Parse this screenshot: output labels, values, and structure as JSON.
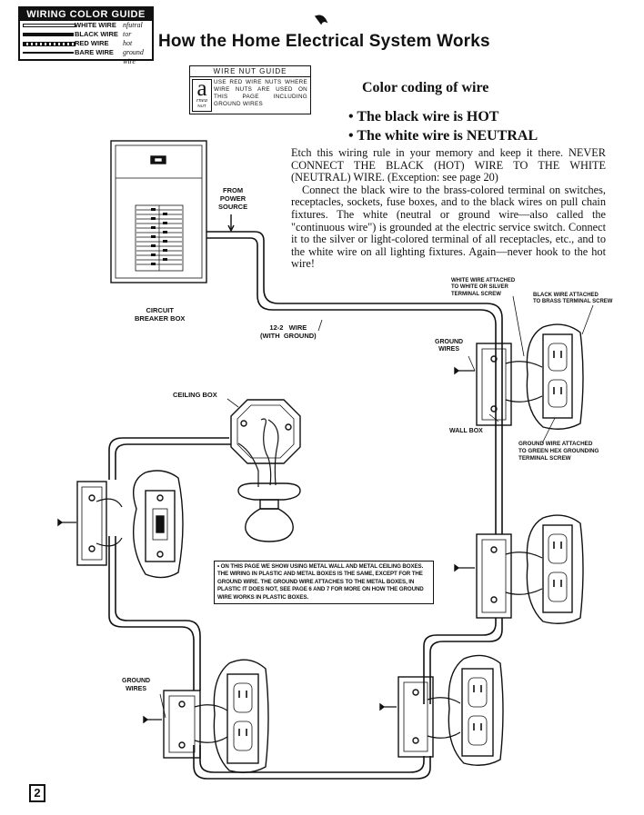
{
  "guide": {
    "title": "WIRING COLOR GUIDE",
    "rows": [
      {
        "name": "WHITE WIRE",
        "abbr": "nfutral"
      },
      {
        "name": "BLACK WIRE",
        "abbr": "tor"
      },
      {
        "name": "RED WIRE",
        "abbr": "hot"
      },
      {
        "name": "BARE WIRE",
        "abbr": "ground wire"
      }
    ]
  },
  "header": {
    "title": "How the Home Electrical System Works"
  },
  "wire_nut_guide": {
    "title": "WIRE NUT GUIDE",
    "icon_letter": "a",
    "icon_color": "rnea",
    "icon_sub": "NUT",
    "text": "USE RED WIRE NUTS WHERE WIRE NUTS ARE USED ON THIS PAGE INCLUDING GROUND WIRES"
  },
  "main": {
    "heading": "Color coding of wire",
    "bullet_hot": "• The black wire is HOT",
    "bullet_neutral": "• The white wire is NEUTRAL",
    "para1": "Etch this wiring rule in your memory and keep it there. NEVER CONNECT THE BLACK (HOT) WIRE TO THE WHITE (NEUTRAL) WIRE. (Exception: see page 20)",
    "para2": "Connect the black wire to the brass-colored terminal on switches, receptacles, sockets, fuse boxes, and to the black wires on pull chain fixtures. The white (neutral or ground wire—also called the \"continuous wire\") is grounded at the electric service switch. Connect it to the silver or light-colored terminal of all receptacles, etc., and to the white wire on all lighting fixtures. Again—never hook to the hot wire!"
  },
  "labels": {
    "from_power": "FROM\nPOWER\nSOURCE",
    "breaker_box": "CIRCUIT\nBREAKER BOX",
    "wire_12_2": "12-2   WIRE\n(WITH  GROUND)",
    "ceiling_box": "CEILING BOX",
    "white_attached": "WHITE WIRE ATTACHED\nTO WHITE OR SILVER\nTERMINAL SCREW",
    "black_attached": "BLACK WIRE ATTACHED\nTO BRASS TERMINAL SCREW",
    "ground_wires_right": "GROUND\nWIRES",
    "wall_box": "WALL BOX",
    "ground_attached": "GROUND WIRE ATTACHED\nTO GREEN HEX GROUNDING\nTERMINAL SCREW",
    "ground_wires_left": "GROUND\nWIRES"
  },
  "note": "• ON THIS PAGE WE SHOW USING METAL WALL AND METAL CEILING BOXES. THE WIRING IN PLASTIC AND METAL BOXES IS THE SAME, EXCEPT FOR THE GROUND WIRE. THE GROUND WIRE ATTACHES TO THE METAL BOXES, IN PLASTIC IT DOES NOT, SEE PAGE 6 AND 7 FOR MORE ON HOW THE GROUND WIRE WORKS IN PLASTIC BOXES.",
  "page_number": "2"
}
